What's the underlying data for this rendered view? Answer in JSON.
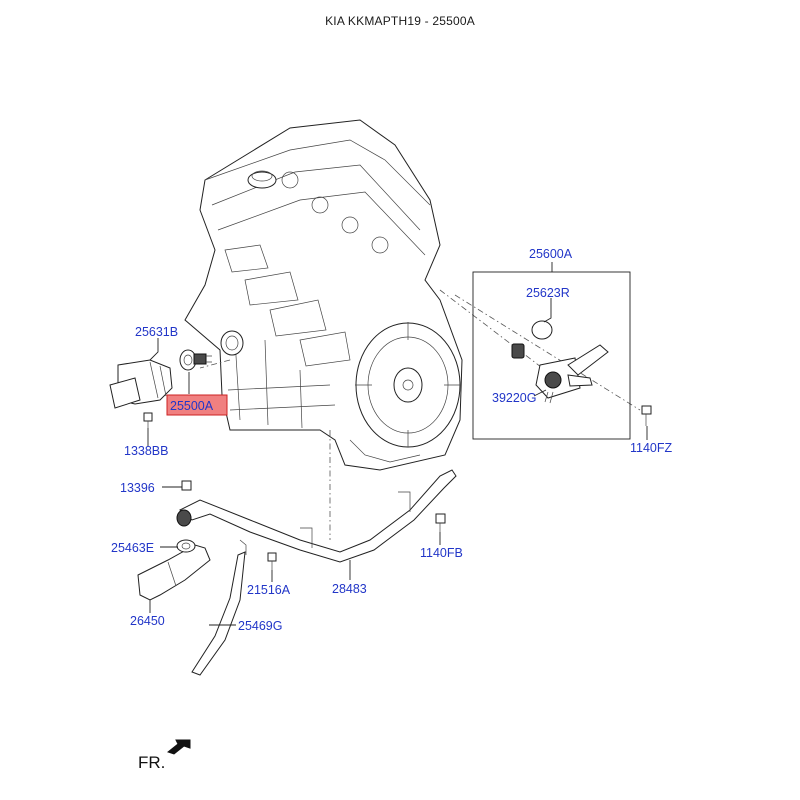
{
  "title": "KIA KKMAPTH19 - 25500A",
  "highlight_color": "#f08080",
  "label_color": "#2236c8",
  "labels": {
    "p25631B": "25631B",
    "p25500A": "25500A",
    "p1338BB": "1338BB",
    "p25600A": "25600A",
    "p25623R": "25623R",
    "p39220G": "39220G",
    "p1140FZ": "1140FZ",
    "p13396": "13396",
    "p25463E": "25463E",
    "p26450": "26450",
    "p25469G": "25469G",
    "p21516A": "21516A",
    "p28483": "28483",
    "p1140FB": "1140FB"
  },
  "direction": {
    "front_label": "FR.",
    "arrow_icon": "front-direction-arrow"
  }
}
